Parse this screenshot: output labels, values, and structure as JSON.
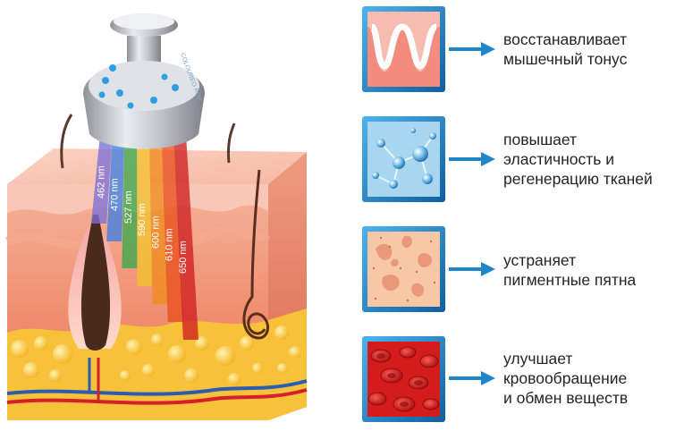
{
  "device": {
    "brand_text": "COLOUREO ROB"
  },
  "wavelengths": [
    {
      "label": "462 nm",
      "color": "#7c6fd6"
    },
    {
      "label": "470 nm",
      "color": "#3f7fe0"
    },
    {
      "label": "527 nm",
      "color": "#3aa84a"
    },
    {
      "label": "590 nm",
      "color": "#f2c230"
    },
    {
      "label": "600 nm",
      "color": "#f08a1c"
    },
    {
      "label": "610 nm",
      "color": "#e8501c"
    },
    {
      "label": "650 nm",
      "color": "#cf1f1f"
    }
  ],
  "benefits": [
    {
      "icon": "muscle-tissue-icon",
      "text": "восстанавливает\nмышечный тонус"
    },
    {
      "icon": "molecule-icon",
      "text": "повышает\nэластичность и\nрегенерацию тканей"
    },
    {
      "icon": "pigment-spots-icon",
      "text": "устраняет\nпигментные пятна"
    },
    {
      "icon": "red-blood-cells-icon",
      "text": "улучшает\nкровообращение\nи обмен веществ"
    }
  ],
  "colors": {
    "accent_blue": "#1f86c8",
    "skin": "#f39a7c",
    "fat": "#f7c23a"
  }
}
